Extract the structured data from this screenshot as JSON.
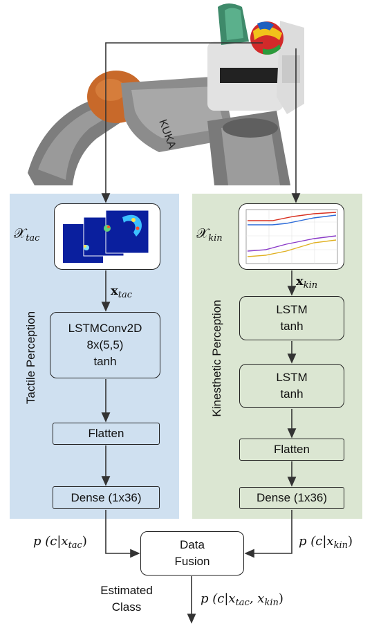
{
  "tactile": {
    "side_label": "Tactile Perception",
    "input_symbol": "𝒳",
    "input_sub": "tac",
    "vector_symbol": "x",
    "vector_sub": "tac",
    "block1": [
      "LSTMConv2D",
      "8x(5,5)",
      "tanh"
    ],
    "flatten": "Flatten",
    "dense": "Dense (1x36)"
  },
  "kinesthetic": {
    "side_label": "Kinesthetic Perception",
    "input_symbol": "𝒳",
    "input_sub": "kin",
    "vector_symbol": "x",
    "vector_sub": "kin",
    "lstm1": [
      "LSTM",
      "tanh"
    ],
    "lstm2": [
      "LSTM",
      "tanh"
    ],
    "flatten": "Flatten",
    "dense": "Dense (1x36)"
  },
  "fusion": {
    "label_lines": [
      "Data",
      "Fusion"
    ],
    "left_prob": "p (c|x",
    "left_prob_sub": "tac",
    "right_prob": "p (c|x",
    "right_prob_sub": "kin",
    "out_prob_a": "p (c|x",
    "out_prob_sub_a": "tac",
    "out_prob_b": ", x",
    "out_prob_sub_b": "kin",
    "estimated_lines": [
      "Estimated",
      "Class"
    ]
  },
  "colors": {
    "tactile_panel": "#cfe0f0",
    "kinesthetic_panel": "#dbe6d2",
    "robot_orange": "#c8692a",
    "robot_gray": "#8a8a8a",
    "tactile_map_bg": "#0a1f9e"
  }
}
